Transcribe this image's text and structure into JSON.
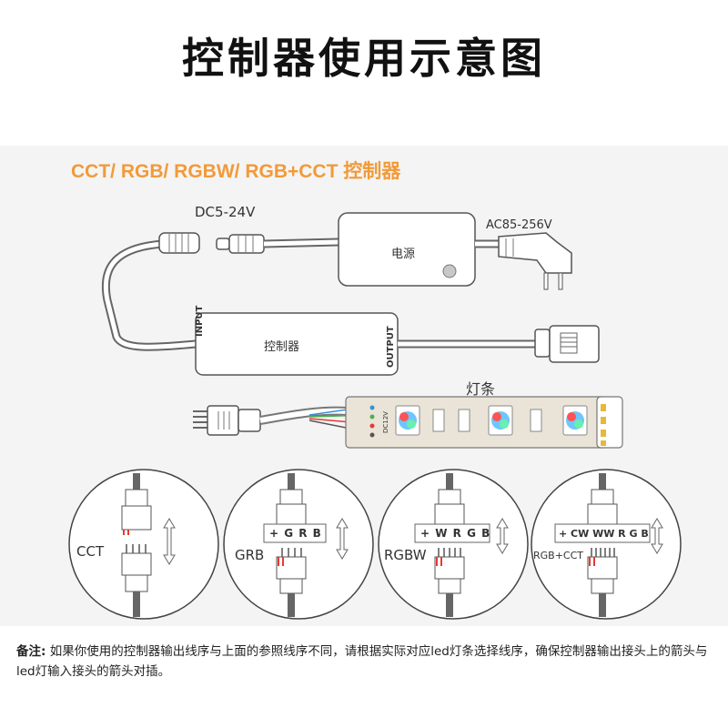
{
  "title": "控制器使用示意图",
  "subtitle": "CCT/ RGB/ RGBW/ RGB+CCT 控制器",
  "labels": {
    "dc_voltage": "DC5-24V",
    "ac_voltage": "AC85-256V",
    "power_supply": "电源",
    "controller": "控制器",
    "input": "INPUT",
    "output": "OUTPUT",
    "light_strip": "灯条",
    "strip_voltage": "DC12V"
  },
  "circles": [
    {
      "mode": "CCT",
      "pins": ""
    },
    {
      "mode": "GRB",
      "pins": "+ G R B"
    },
    {
      "mode": "RGBW",
      "pins": "+ W R G B"
    },
    {
      "mode": "RGB+CCT",
      "pins": "+ CW WW R G B"
    }
  ],
  "note": {
    "prefix": "备注:",
    "text": "如果你使用的控制器输出线序与上面的参照线序不同，请根据实际对应led灯条选择线序，确保控制器输出接头上的箭头与led灯输入接头的箭头对插。"
  },
  "colors": {
    "accent": "#f29a38",
    "line": "#555555",
    "panel": "#f4f4f4"
  }
}
